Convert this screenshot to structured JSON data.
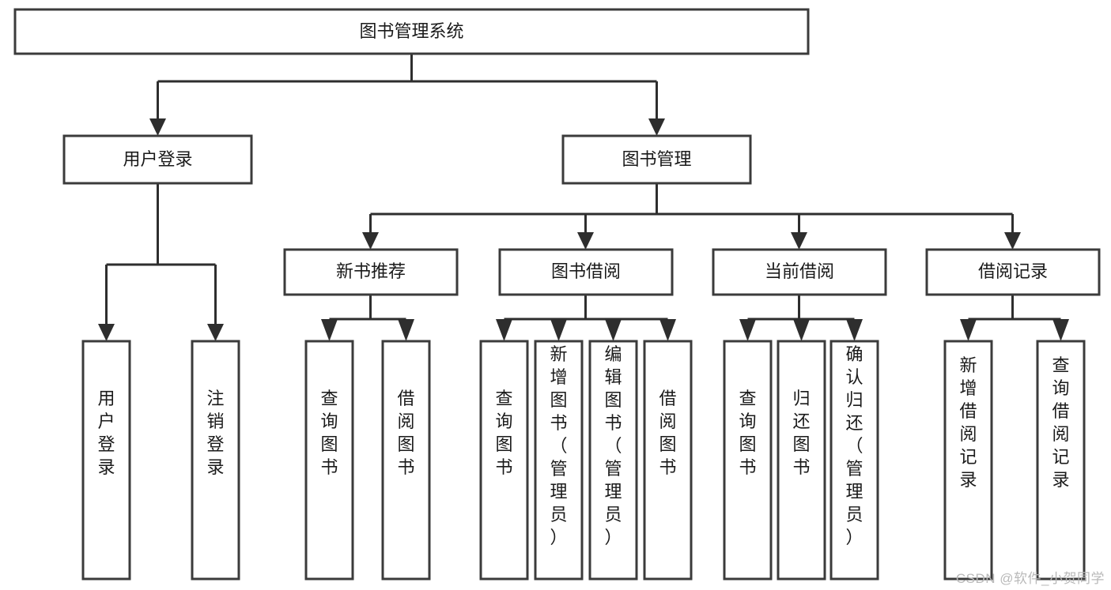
{
  "diagram": {
    "type": "tree-hierarchy-chart",
    "title": "图书管理系统",
    "watermark": "CSDN @软件_小贺同学",
    "colors": {
      "box_stroke": "#3b3b3b",
      "box_fill": "#ffffff",
      "connector": "#2e2e2e",
      "text": "#1a1a1a",
      "watermark": "#b9b9b9",
      "background": "#ffffff"
    },
    "root": {
      "label": "图书管理系统",
      "orientation": "horizontal"
    },
    "level2": [
      {
        "label": "用户登录",
        "orientation": "horizontal"
      },
      {
        "label": "图书管理",
        "orientation": "horizontal"
      }
    ],
    "level3": [
      {
        "label": "新书推荐",
        "orientation": "horizontal",
        "parent": "图书管理"
      },
      {
        "label": "图书借阅",
        "orientation": "horizontal",
        "parent": "图书管理"
      },
      {
        "label": "当前借阅",
        "orientation": "horizontal",
        "parent": "图书管理"
      },
      {
        "label": "借阅记录",
        "orientation": "horizontal",
        "parent": "图书管理"
      }
    ],
    "leaves": {
      "用户登录": [
        {
          "label": "用户登录",
          "orientation": "vertical"
        },
        {
          "label": "注销登录",
          "orientation": "vertical"
        }
      ],
      "新书推荐": [
        {
          "label": "查询图书",
          "orientation": "vertical"
        },
        {
          "label": "借阅图书",
          "orientation": "vertical"
        }
      ],
      "图书借阅": [
        {
          "label": "查询图书",
          "orientation": "vertical"
        },
        {
          "label": "新增图书（管理员）",
          "orientation": "vertical"
        },
        {
          "label": "编辑图书（管理员）",
          "orientation": "vertical"
        },
        {
          "label": "借阅图书",
          "orientation": "vertical"
        }
      ],
      "当前借阅": [
        {
          "label": "查询图书",
          "orientation": "vertical"
        },
        {
          "label": "归还图书",
          "orientation": "vertical"
        },
        {
          "label": "确认归还（管理员）",
          "orientation": "vertical"
        }
      ],
      "借阅记录": [
        {
          "label": "新增借阅记录",
          "orientation": "vertical"
        },
        {
          "label": "查询借阅记录",
          "orientation": "vertical"
        }
      ]
    },
    "node_text": {
      "root": "图书管理系统",
      "n_user_login": "用户登录",
      "n_book_manage": "图书管理",
      "n_new_book_rec": "新书推荐",
      "n_book_borrow": "图书借阅",
      "n_current_borrow": "当前借阅",
      "n_borrow_record": "借阅记录",
      "l_user_login": "用户登录",
      "l_logout": "注销登录",
      "l_nb_query": "查询图书",
      "l_nb_borrow": "借阅图书",
      "l_bb_query": "查询图书",
      "l_bb_add": "新增图书（管理员）",
      "l_bb_edit": "编辑图书（管理员）",
      "l_bb_borrow": "借阅图书",
      "l_cb_query": "查询图书",
      "l_cb_return": "归还图书",
      "l_cb_confirm": "确认归还（管理员）",
      "l_br_add": "新增借阅记录",
      "l_br_query": "查询借阅记录"
    }
  }
}
